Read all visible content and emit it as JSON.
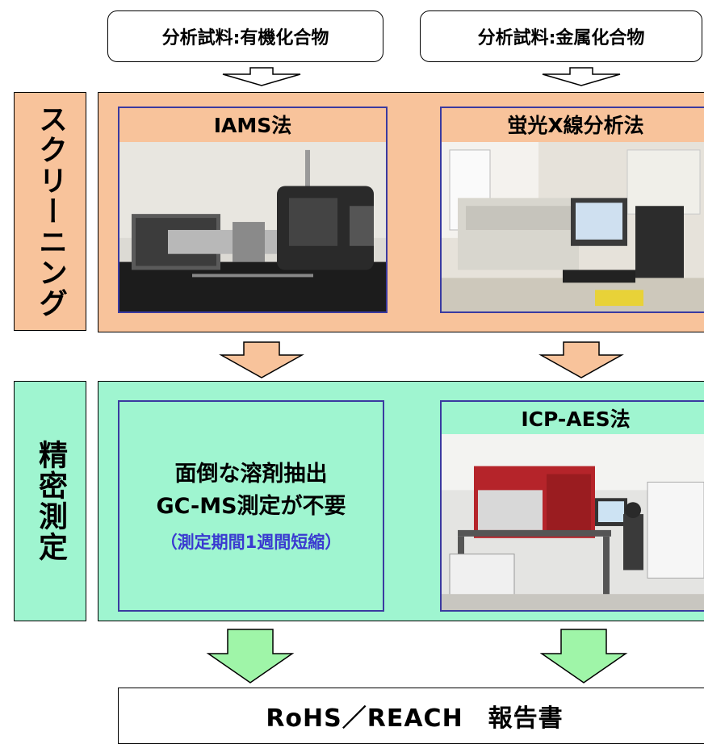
{
  "colors": {
    "screening_fill": "#f8c39b",
    "precise_fill": "#9ff5d0",
    "method_title_fill": "#f8c39b",
    "method_border": "#3a3aa0",
    "note_text": "#3a3ad0",
    "arrow_white": "#ffffff",
    "arrow_orange": "#f8c39b",
    "arrow_green": "#9ff5a8"
  },
  "inputs": {
    "organic": "分析試料:有機化合物",
    "metal": "分析試料:金属化合物"
  },
  "screening": {
    "label": "スクリーニング",
    "iams": {
      "title": "IAMS法",
      "photo": "IAMS instrument photo"
    },
    "xrf": {
      "title": "蛍光X線分析法",
      "photo": "X-ray fluorescence instrument photo"
    }
  },
  "precise": {
    "label": "精密測定",
    "note": {
      "line1": "面倒な溶剤抽出",
      "line2": "GC-MS測定が不要",
      "sub": "（測定期間1週間短縮）"
    },
    "icp": {
      "title": "ICP-AES法",
      "photo": "ICP-AES instrument photo"
    }
  },
  "report": {
    "label": "RoHS／REACH　報告書"
  }
}
